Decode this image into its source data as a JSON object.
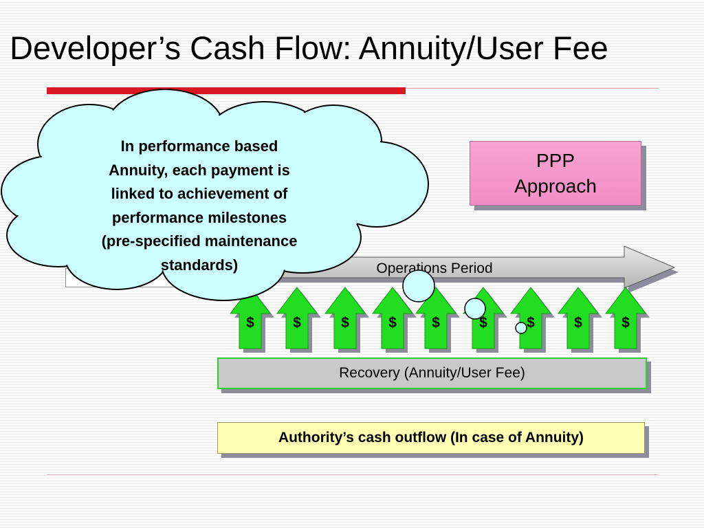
{
  "slide": {
    "title": "Developer’s Cash Flow: Annuity/User Fee"
  },
  "ppp_box": {
    "label": "PPP\nApproach",
    "fill_color": "#f49bcb"
  },
  "operations_arrow": {
    "label": "Operations Period",
    "fill_color": "#c8c8c8"
  },
  "cash_arrows": {
    "symbol": "$",
    "count": 9,
    "color": "#22dd22"
  },
  "recovery_box": {
    "label": "Recovery (Annuity/User Fee)",
    "fill_color": "#c9c9c9",
    "border_color": "#2bd42b"
  },
  "authority_box": {
    "label": "Authority’s cash outflow (In case of Annuity)",
    "fill_color": "#ffffb3"
  },
  "callout": {
    "lines": [
      "In performance based",
      "Annuity, each payment is",
      "linked to achievement of",
      "performance milestones",
      "(pre-specified maintenance",
      "standards)"
    ],
    "fill_color": "#ccffff"
  }
}
